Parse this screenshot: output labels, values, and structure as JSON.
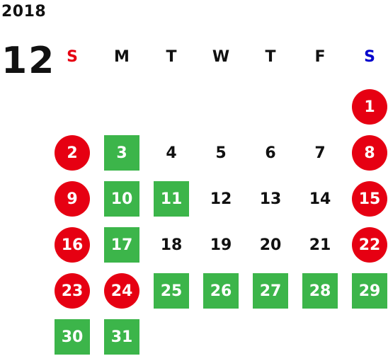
{
  "calendar": {
    "year": "2018",
    "month": "12",
    "weekdays": [
      {
        "label": "S",
        "color": "#e60012"
      },
      {
        "label": "M",
        "color": "#111111"
      },
      {
        "label": "T",
        "color": "#111111"
      },
      {
        "label": "W",
        "color": "#111111"
      },
      {
        "label": "T",
        "color": "#111111"
      },
      {
        "label": "F",
        "color": "#111111"
      },
      {
        "label": "S",
        "color": "#0000cc"
      }
    ],
    "colors": {
      "holiday_circle": "#e60012",
      "highlight_box": "#3cb54a",
      "text": "#111111"
    },
    "days": [
      {
        "label": "1",
        "style": "red"
      },
      {
        "label": "2",
        "style": "red"
      },
      {
        "label": "3",
        "style": "green"
      },
      {
        "label": "4",
        "style": "plain"
      },
      {
        "label": "5",
        "style": "plain"
      },
      {
        "label": "6",
        "style": "plain"
      },
      {
        "label": "7",
        "style": "plain"
      },
      {
        "label": "8",
        "style": "red"
      },
      {
        "label": "9",
        "style": "red"
      },
      {
        "label": "10",
        "style": "green"
      },
      {
        "label": "11",
        "style": "green"
      },
      {
        "label": "12",
        "style": "plain"
      },
      {
        "label": "13",
        "style": "plain"
      },
      {
        "label": "14",
        "style": "plain"
      },
      {
        "label": "15",
        "style": "red"
      },
      {
        "label": "16",
        "style": "red"
      },
      {
        "label": "17",
        "style": "green"
      },
      {
        "label": "18",
        "style": "plain"
      },
      {
        "label": "19",
        "style": "plain"
      },
      {
        "label": "20",
        "style": "plain"
      },
      {
        "label": "21",
        "style": "plain"
      },
      {
        "label": "22",
        "style": "red"
      },
      {
        "label": "23",
        "style": "red"
      },
      {
        "label": "24",
        "style": "red"
      },
      {
        "label": "25",
        "style": "green"
      },
      {
        "label": "26",
        "style": "green"
      },
      {
        "label": "27",
        "style": "green"
      },
      {
        "label": "28",
        "style": "green"
      },
      {
        "label": "29",
        "style": "green"
      },
      {
        "label": "30",
        "style": "green"
      },
      {
        "label": "31",
        "style": "green"
      }
    ]
  }
}
